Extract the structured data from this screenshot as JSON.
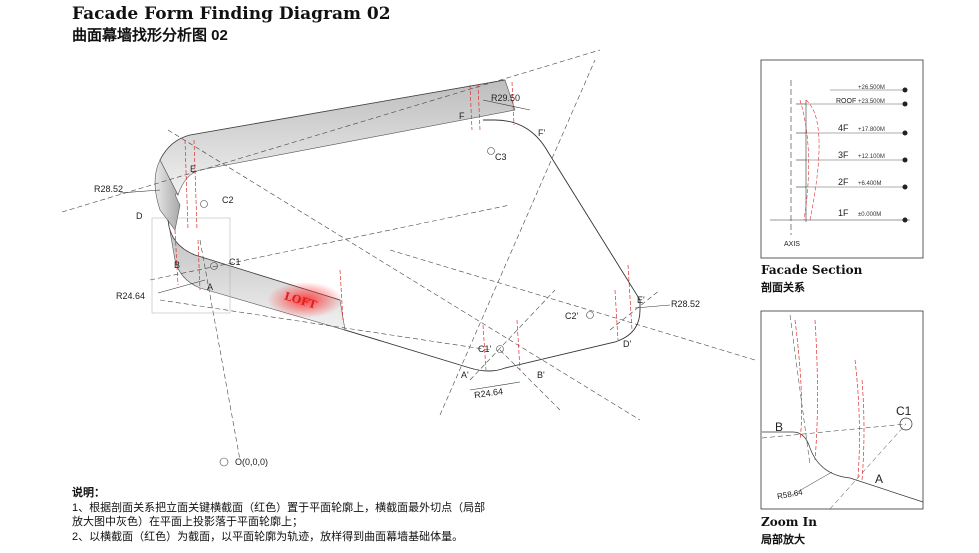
{
  "title_en": "Facade Form Finding Diagram 02",
  "title_cn": "曲面幕墙找形分析图 02",
  "plan": {
    "points": {
      "A": "A",
      "B": "B",
      "C1": "C1",
      "C2": "C2",
      "D": "D",
      "E": "E",
      "F": "F",
      "C3": "C3",
      "Fp": "F'",
      "Ep": "E'",
      "C2p": "C2'",
      "Dp": "D'",
      "C1p": "C1'",
      "Ap": "A'",
      "Bp": "B'"
    },
    "origin": "O(0,0,0)",
    "radii": {
      "r1": "R28.52",
      "r2": "R24.64",
      "r3": "R29.50",
      "r4": "R28.52",
      "r5": "R24.64"
    },
    "signage": "LOFT"
  },
  "notes": {
    "heading": "说明：",
    "line1": "1、根据剖面关系把立面关键横截面（红色）置于平面轮廓上，横截面最外切点（局部",
    "line2": "放大图中灰色）在平面上投影落于平面轮廓上；",
    "line3": "2、以横截面（红色）为截面，以平面轮廓为轨迹，放样得到曲面幕墙基础体量。"
  },
  "section_panel": {
    "title_en": "Facade Section",
    "title_cn": "剖面关系",
    "axis": "AXIS",
    "levels": [
      {
        "floor": "",
        "elev": "+26.500M"
      },
      {
        "floor": "ROOF",
        "elev": "+23.500M"
      },
      {
        "floor": "4F",
        "elev": "+17.800M"
      },
      {
        "floor": "3F",
        "elev": "+12.100M"
      },
      {
        "floor": "2F",
        "elev": "+6.400M"
      },
      {
        "floor": "1F",
        "elev": "±0.000M"
      }
    ]
  },
  "zoom_panel": {
    "title_en": "Zoom In",
    "title_cn": "局部放大",
    "label_b": "B",
    "label_a": "A",
    "label_c1": "C1",
    "radius": "R58.64"
  },
  "colors": {
    "red": "#e03030",
    "facade_gray": "#c8c8c8",
    "line": "#333333"
  }
}
